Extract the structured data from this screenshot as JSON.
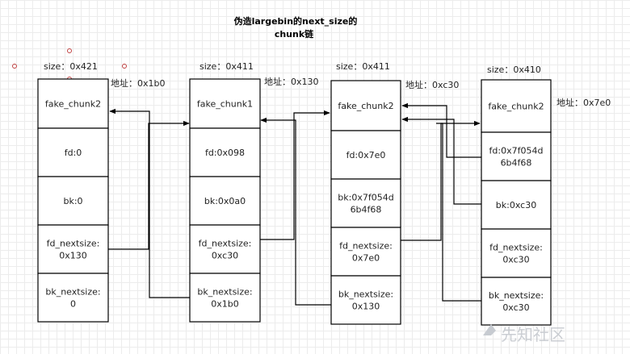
{
  "title": {
    "line1": "伪造largebin的next_size的",
    "line2": "chunk链"
  },
  "chunks": [
    {
      "size_label": "size：0x421",
      "addr_label": "地址：0x1b0",
      "cells": [
        [
          "fake_chunk2"
        ],
        [
          "fd:0"
        ],
        [
          "bk:0"
        ],
        [
          "fd_nextsize:",
          "0x130"
        ],
        [
          "bk_nextsize:",
          "0"
        ]
      ]
    },
    {
      "size_label": "size：0x411",
      "addr_label": "地址：0x130",
      "cells": [
        [
          "fake_chunk1"
        ],
        [
          "fd:0x098"
        ],
        [
          "bk:0x0a0"
        ],
        [
          "fd_nextsize:",
          "0xc30"
        ],
        [
          "bk_nextsize:",
          "0x1b0"
        ]
      ]
    },
    {
      "size_label": "size：0x411",
      "addr_label": "地址：0xc30",
      "cells": [
        [
          "fake_chunk2"
        ],
        [
          "fd:0x7e0"
        ],
        [
          "bk:0x7f054d",
          "6b4f68"
        ],
        [
          "fd_nextsize:",
          "0x7e0"
        ],
        [
          "bk_nextsize:",
          "0x130"
        ]
      ]
    },
    {
      "size_label": "size：0x410",
      "addr_label": "地址：0x7e0",
      "cells": [
        [
          "fake_chunk2"
        ],
        [
          "fd:0x7f054d",
          "6b4f68"
        ],
        [
          "bk:0xc30"
        ],
        [
          "fd_nextsize:",
          "0xc30"
        ],
        [
          "bk_nextsize:",
          "0xc30"
        ]
      ]
    }
  ],
  "watermark": "先知社区",
  "colors": {
    "line": "#000000",
    "grid": "#ececec",
    "mark": "#c04040"
  }
}
